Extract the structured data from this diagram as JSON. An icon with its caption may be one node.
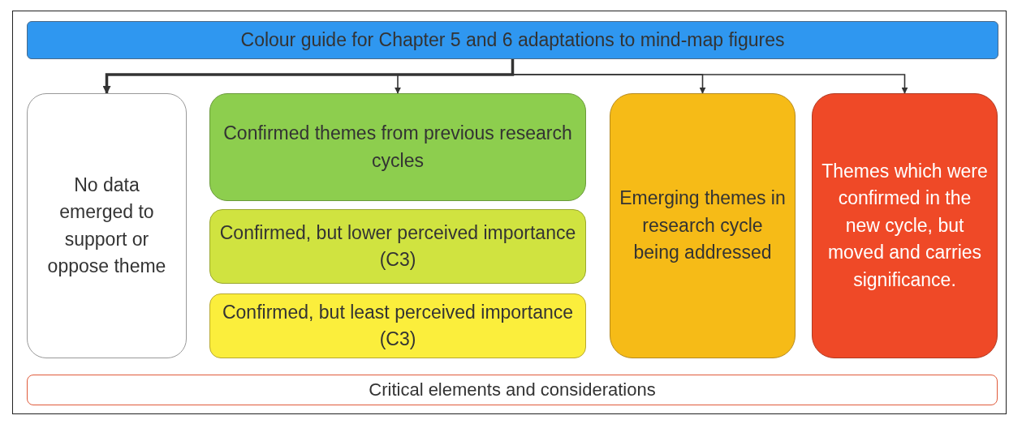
{
  "diagram": {
    "nodes": [
      {
        "text": [
          "Colour guide for Chapter 5 and 6 adaptations to mind-map figures"
        ]
      },
      {
        "text": [
          "No data emerged to support or oppose theme"
        ]
      },
      {
        "text": [
          "Confirmed themes from previous research cycles"
        ]
      },
      {
        "text": [
          "Confirmed, but lower perceived importance (C3)"
        ]
      },
      {
        "text": [
          "Confirmed, but least perceived importance (C3)"
        ]
      },
      {
        "text": [
          "Emerging themes in research cycle being addressed"
        ]
      },
      {
        "text": [
          "Themes which were confirmed in the new cycle, but moved and carries significance."
        ]
      },
      {
        "text": [
          "Critical elements and considerations"
        ]
      }
    ],
    "edges": [
      {
        "from": 0,
        "to": 1,
        "arrow": "to",
        "style": "thick"
      },
      {
        "from": 0,
        "to": 2,
        "arrow": "to"
      },
      {
        "from": 0,
        "to": 5,
        "arrow": "to"
      },
      {
        "from": 0,
        "to": 6,
        "arrow": "to"
      }
    ]
  }
}
